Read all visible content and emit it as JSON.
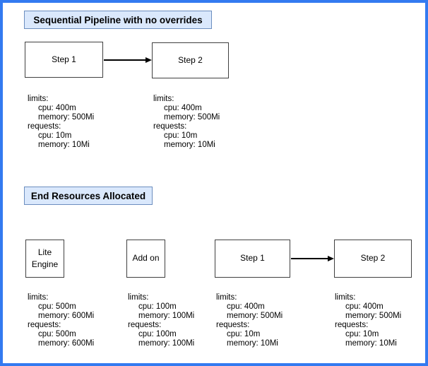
{
  "colors": {
    "frame": "#337af0",
    "title_fill": "#dae8fc",
    "title_border": "#6c8ebf",
    "node_border": "#404040",
    "arrow": "#000000"
  },
  "section1": {
    "title": "Sequential Pipeline with no overrides",
    "nodes": [
      {
        "label": "Step 1"
      },
      {
        "label": "Step 2"
      }
    ],
    "resources": [
      {
        "lines": [
          "limits:",
          "cpu: 400m",
          "memory: 500Mi",
          "requests:",
          "cpu: 10m",
          "memory: 10Mi"
        ]
      },
      {
        "lines": [
          "limits:",
          "cpu: 400m",
          "memory: 500Mi",
          "requests:",
          "cpu: 10m",
          "memory: 10Mi"
        ]
      }
    ]
  },
  "section2": {
    "title": "End Resources Allocated",
    "nodes": [
      {
        "label": "Lite Engine"
      },
      {
        "label": "Add on"
      },
      {
        "label": "Step 1"
      },
      {
        "label": "Step 2"
      }
    ],
    "resources": [
      {
        "lines": [
          "limits:",
          "cpu: 500m",
          "memory: 600Mi",
          "requests:",
          "cpu: 500m",
          "memory: 600Mi"
        ]
      },
      {
        "lines": [
          "limits:",
          "cpu: 100m",
          "memory: 100Mi",
          "requests:",
          "cpu: 100m",
          "memory: 100Mi"
        ]
      },
      {
        "lines": [
          "limits:",
          "cpu: 400m",
          "memory: 500Mi",
          "requests:",
          "cpu: 10m",
          "memory: 10Mi"
        ]
      },
      {
        "lines": [
          "limits:",
          "cpu: 400m",
          "memory: 500Mi",
          "requests:",
          "cpu: 10m",
          "memory: 10Mi"
        ]
      }
    ]
  }
}
